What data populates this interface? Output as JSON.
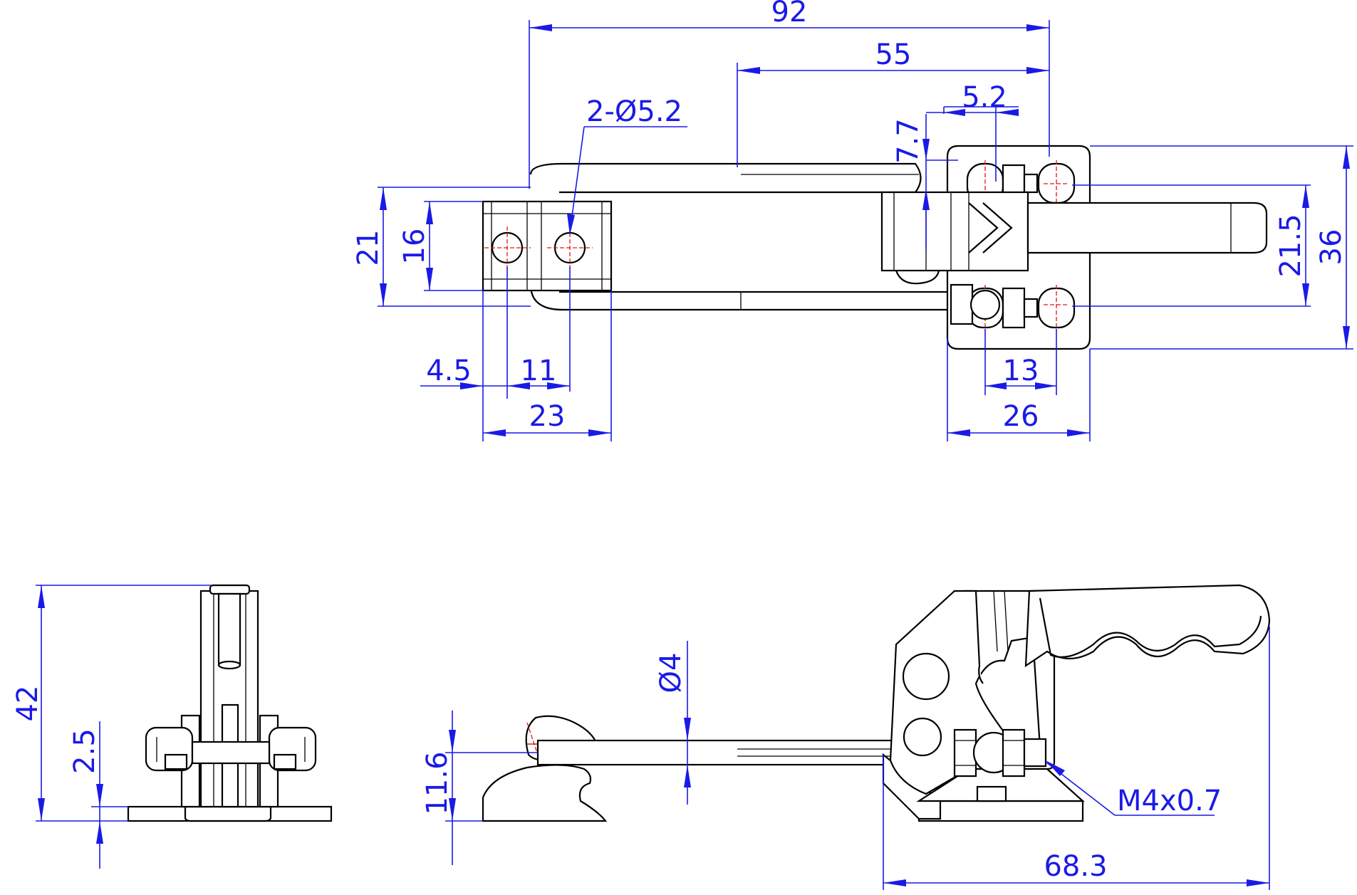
{
  "top_view": {
    "dim_overall_length": "92",
    "dim_pivot_to_end": "55",
    "dim_slot_width": "5.2",
    "dim_slot_length": "7.7",
    "dim_hole_callout": "2-Ø5.2",
    "dim_hook_width": "21",
    "dim_hole_spacing_v": "16",
    "dim_base_hole_spacing": "21.5",
    "dim_base_width": "36",
    "dim_hole_offset": "4.5",
    "dim_hole_pitch": "11",
    "dim_hook_length": "23",
    "dim_base_slot_pitch": "13",
    "dim_base_length": "26"
  },
  "end_view": {
    "dim_height": "42",
    "dim_base_thickness": "2.5"
  },
  "side_view": {
    "dim_rod_diameter": "Ø4",
    "dim_hook_height": "11.6",
    "dim_thread": "M4x0.7",
    "dim_total_length": "68.3"
  }
}
